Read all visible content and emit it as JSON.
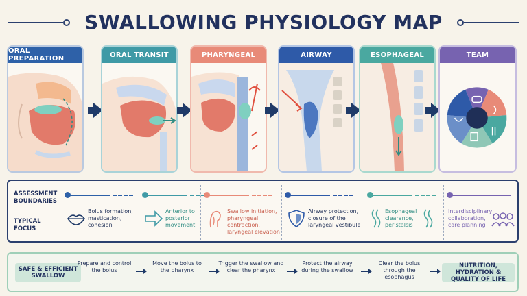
{
  "title": "SWALLOWING PHYSIOLOGY MAP",
  "colors": {
    "oral_prep": "#2e61a8",
    "oral_transit": "#3f9aa6",
    "pharyngeal": "#e88a78",
    "airway": "#2e5aa8",
    "esophageal": "#4aa8a0",
    "team": "#7763b0",
    "navy": "#1f3a68"
  },
  "panels": [
    {
      "label": "ORAL PREPARATION"
    },
    {
      "label": "ORAL TRANSIT"
    },
    {
      "label": "PHARYNGEAL"
    },
    {
      "label": "AIRWAY"
    },
    {
      "label": "ESOPHAGEAL"
    },
    {
      "label": "TEAM"
    }
  ],
  "band": {
    "assessment_label": "ASSESSMENT BOUNDARIES",
    "focus_label": "TYPICAL FOCUS",
    "focus": [
      {
        "text": "Bolus formation, mastication, cohesion",
        "icon": "lips-icon"
      },
      {
        "text": "Anterior to posterior movement",
        "icon": "arrow-outline-icon"
      },
      {
        "text": "Swallow initiation, pharyngeal contraction, laryngeal elevation",
        "icon": "throat-icon"
      },
      {
        "text": "Airway protection, closure of the laryngeal vestibule",
        "icon": "shield-icon"
      },
      {
        "text": "Esophageal clearance, peristalsis",
        "icon": "wave-icon"
      },
      {
        "text": "Interdisciplinary collaboration, care planning",
        "icon": "people-icon"
      }
    ]
  },
  "strip": {
    "start": "SAFE & EFFICIENT SWALLOW",
    "steps": [
      "Prepare and control the bolus",
      "Move the bolus to the pharynx",
      "Trigger the swallow and clear the pharynx",
      "Protect the airway during the swallow",
      "Clear the bolus through the esophagus"
    ],
    "end": "NUTRITION, HYDRATION & QUALITY OF LIFE"
  }
}
